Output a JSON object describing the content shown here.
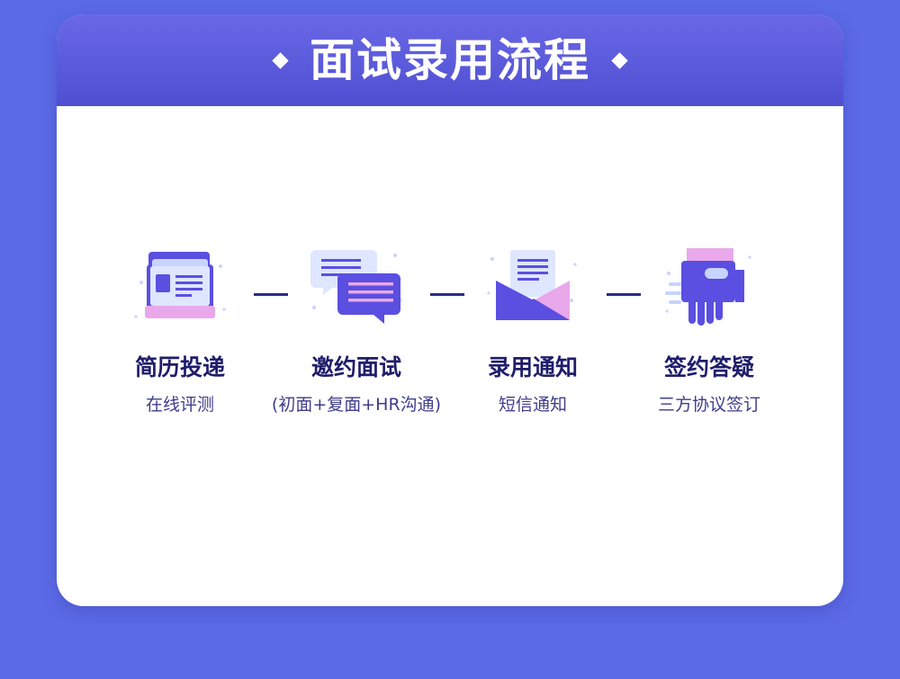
{
  "header": {
    "title": "面试录用流程"
  },
  "colors": {
    "background": "#5b6ae6",
    "header": "#5655d9",
    "title_text": "#1f1d6b",
    "sub_text": "#3f3d8a",
    "accent_purple": "#5a4fe0",
    "accent_pink": "#e9a8ea",
    "accent_light": "#c7d4ff"
  },
  "steps": [
    {
      "title": "简历投递",
      "subtitle": "在线评测",
      "icon": "inbox-tray-icon"
    },
    {
      "title": "邀约面试",
      "subtitle": "(初面+复面+HR沟通)",
      "icon": "chat-bubbles-icon"
    },
    {
      "title": "录用通知",
      "subtitle": "短信通知",
      "icon": "envelope-letter-icon"
    },
    {
      "title": "签约答疑",
      "subtitle": "三方协议签订",
      "icon": "handshake-icon"
    }
  ]
}
